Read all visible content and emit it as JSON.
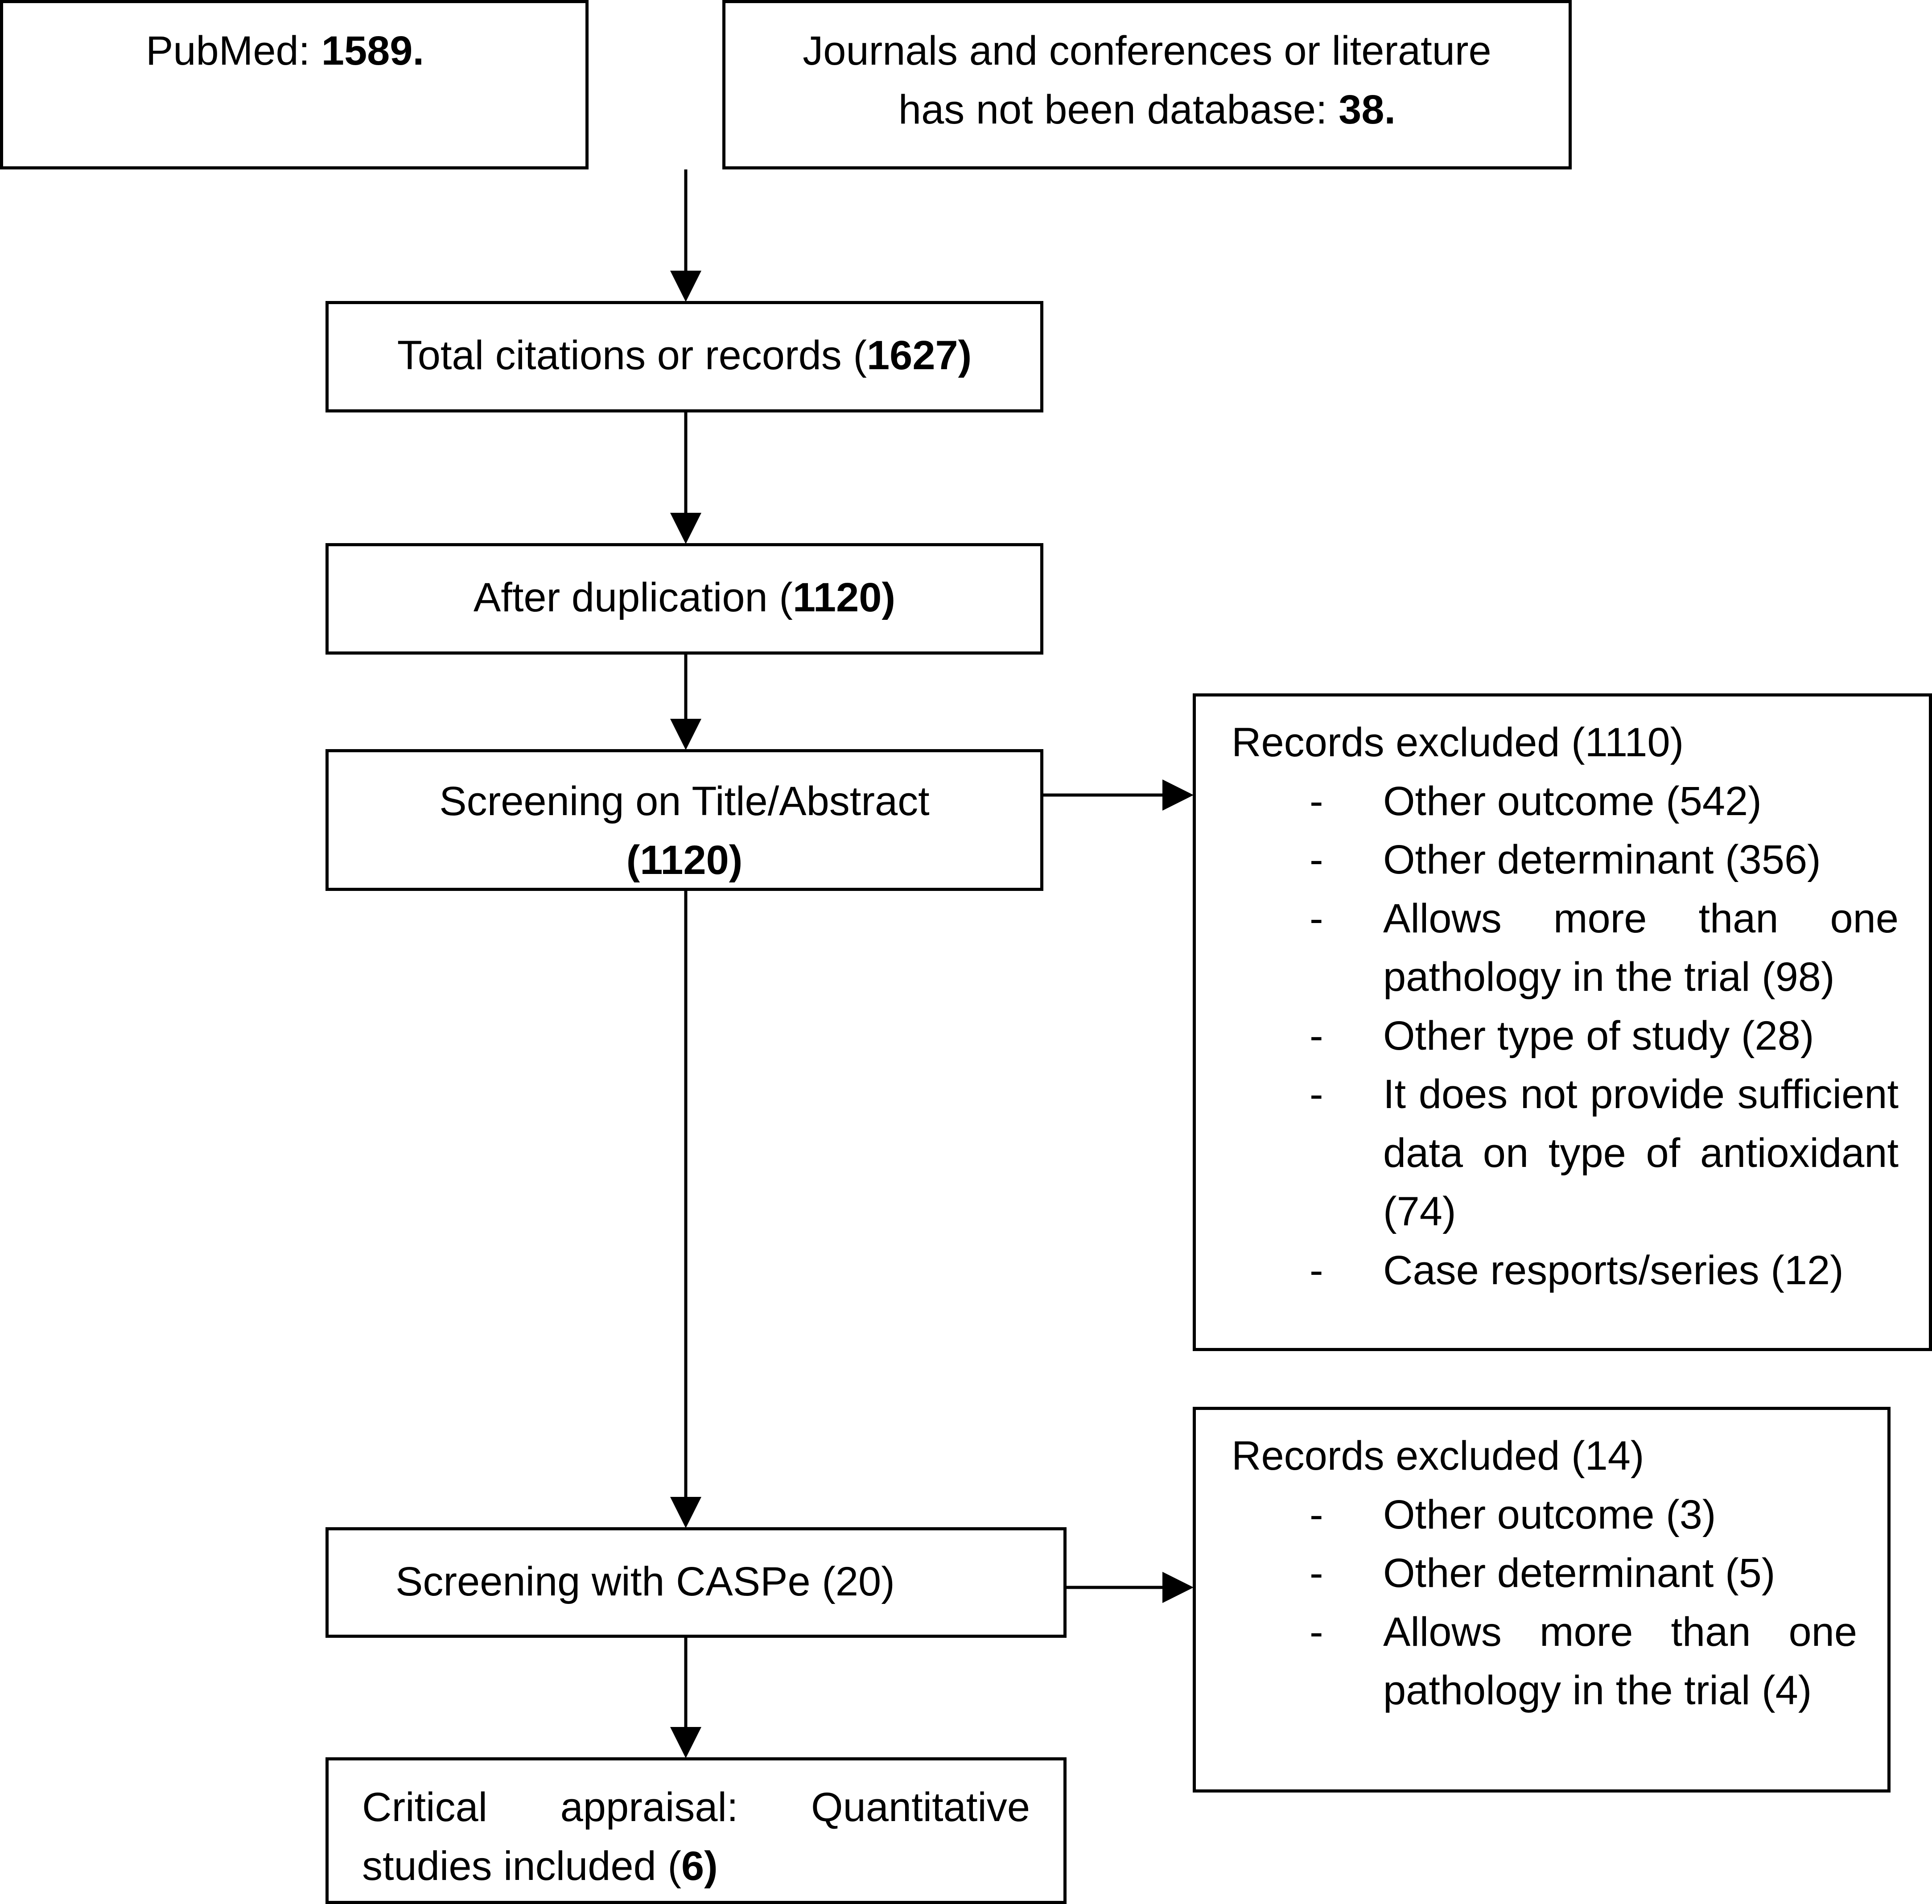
{
  "nodes": {
    "pubmed": {
      "label": "PubMed: ",
      "count": "1589."
    },
    "journals": {
      "line1": "Journals and conferences or literature",
      "line2": "has not been database: ",
      "count": "38."
    },
    "total": {
      "label": "Total citations or records (",
      "count": "1627",
      "suffix": ")"
    },
    "dedup": {
      "label": "After duplication (",
      "count": "1120",
      "suffix": ")"
    },
    "screen1": {
      "line1": "Screening on Title/Abstract",
      "open": "(",
      "count": "1120",
      "close": ")"
    },
    "caspe": {
      "label": "Screening with CASPe (20)"
    },
    "critical": {
      "label": "Critical appraisal: Quantitative studies included (",
      "count": "6",
      "suffix": ")"
    }
  },
  "exclusions": [
    {
      "title": "Records excluded (1110)",
      "items": [
        {
          "dash": "-",
          "text": "Other outcome (542)"
        },
        {
          "dash": "-",
          "text": "Other determinant (356)"
        },
        {
          "dash": "-",
          "text": "Allows more than one pathology in the trial (98)"
        },
        {
          "dash": "-",
          "text": "Other type of study (28)"
        },
        {
          "dash": "-",
          "text": "It does not provide sufficient data on type of antioxidant (74)"
        },
        {
          "dash": "-",
          "text": "Case resports/series (12)"
        }
      ]
    },
    {
      "title": "Records excluded (14)",
      "items": [
        {
          "dash": "-",
          "text": "Other outcome (3)"
        },
        {
          "dash": "-",
          "text": "Other determinant (5)"
        },
        {
          "dash": "-",
          "text": "Allows more than one pathology in the trial (4)"
        }
      ]
    }
  ],
  "colors": {
    "stroke": "#000000",
    "background": "#ffffff"
  }
}
